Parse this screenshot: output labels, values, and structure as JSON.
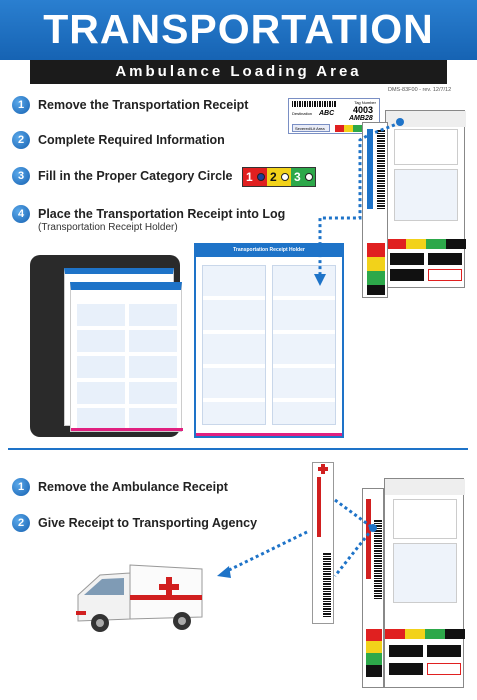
{
  "header": {
    "title": "TRANSPORTATION",
    "subtitle": "Ambulance Loading Area"
  },
  "form_code": "DMS-83F00 - rev. 12/7/12",
  "steps_top": [
    {
      "num": "1",
      "label": "Remove the Transportation Receipt"
    },
    {
      "num": "2",
      "label": "Complete Required Information"
    },
    {
      "num": "3",
      "label": "Fill in the Proper Category Circle"
    },
    {
      "num": "4",
      "label": "Place the Transportation Receipt into Log",
      "sub": "(Transportation Receipt Holder)"
    }
  ],
  "categories": [
    {
      "n": "1",
      "color": "#e02020"
    },
    {
      "n": "2",
      "color": "#f2d21a"
    },
    {
      "n": "3",
      "color": "#2da84a"
    }
  ],
  "steps_bottom": [
    {
      "num": "1",
      "label": "Remove the Ambulance Receipt"
    },
    {
      "num": "2",
      "label": "Give Receipt to Transporting Agency"
    }
  ],
  "receipt": {
    "tag_no_label": "Tag Number",
    "tag_no": "4003",
    "destination_label": "Destination",
    "destination": "ABC",
    "agency": "AMB28",
    "area_label": "Severed/Lit Area"
  },
  "holder": {
    "title": "Transportation Receipt Holder"
  },
  "colors": {
    "accent": "#1e73c8",
    "header_dark": "#1b1b1b",
    "red": "#e02020",
    "yellow": "#f2d21a",
    "green": "#2da84a",
    "black": "#111111"
  }
}
